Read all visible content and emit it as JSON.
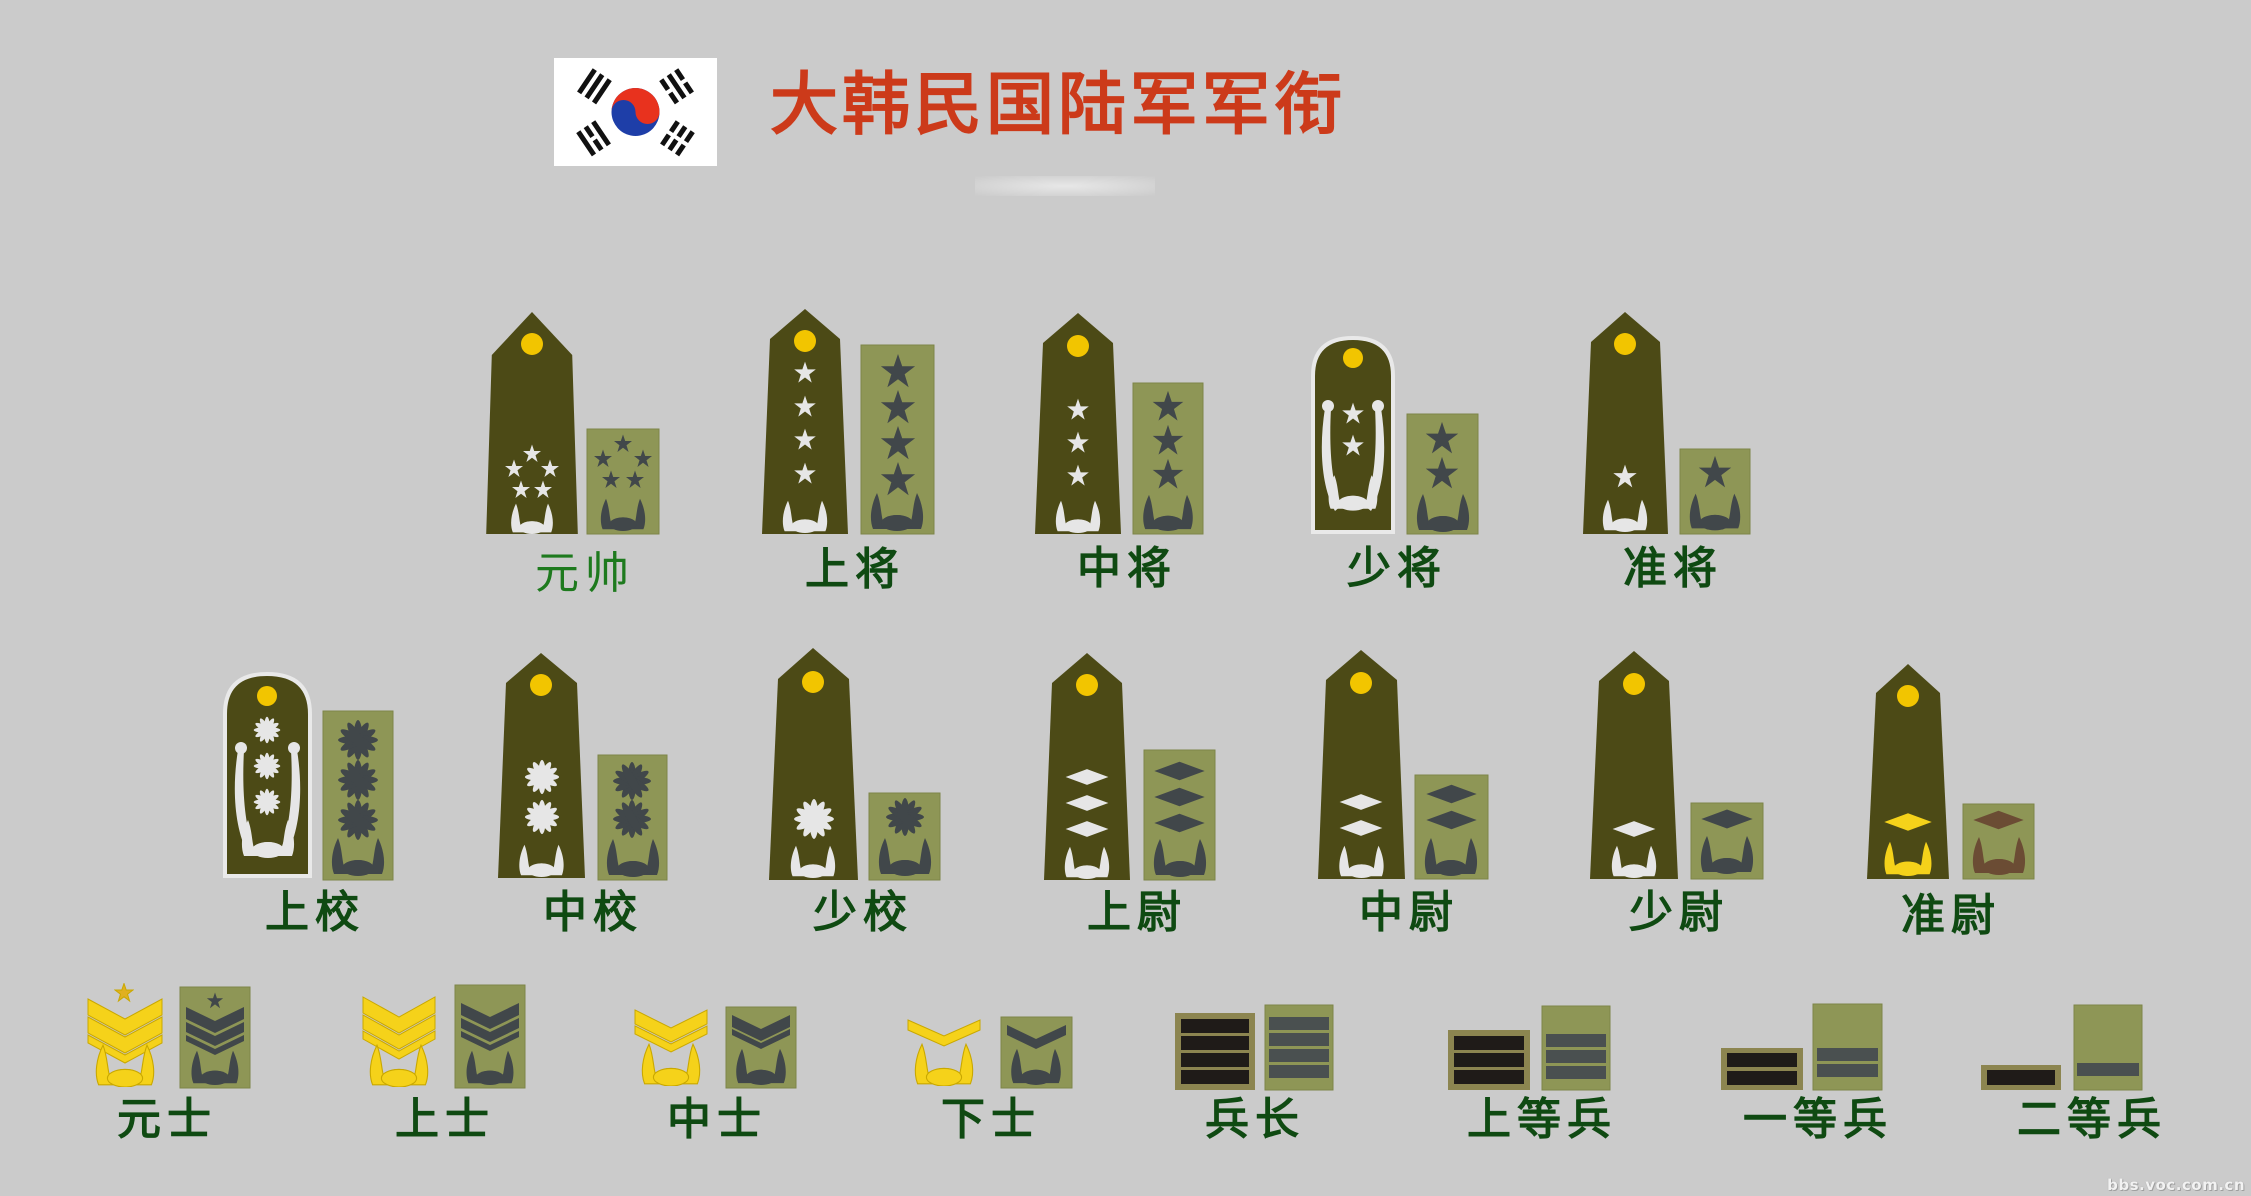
{
  "header": {
    "title": "大韩民国陆军军衔",
    "flag": "south-korea-flag"
  },
  "colors": {
    "background": "#cbcbcb",
    "title": "#cc3a1a",
    "label": "#0f4a12",
    "board": "#4c4a16",
    "board_button": "#f2c500",
    "silver": "#e6e6e6",
    "patch": "#8e9656",
    "patch_emblem": "#41474a",
    "gold": "#f5d21a",
    "stripe_dark": "#1f1b18",
    "stripe_frame": "#8c8550",
    "patch_stripe": "#4a5050"
  },
  "ranks": {
    "general_officers": [
      {
        "label": "元帅",
        "insignia": "5 stars (pentagon)",
        "count": 5,
        "device": "star"
      },
      {
        "label": "上将",
        "insignia": "4 stars",
        "count": 4,
        "device": "star"
      },
      {
        "label": "中将",
        "insignia": "3 stars",
        "count": 3,
        "device": "star"
      },
      {
        "label": "少将",
        "insignia": "2 stars",
        "count": 2,
        "device": "star"
      },
      {
        "label": "准将",
        "insignia": "1 star",
        "count": 1,
        "device": "star"
      }
    ],
    "field_and_company_officers": [
      {
        "label": "上校",
        "insignia": "3 rose of sharon",
        "count": 3,
        "device": "flower"
      },
      {
        "label": "中校",
        "insignia": "2 rose of sharon",
        "count": 2,
        "device": "flower"
      },
      {
        "label": "少校",
        "insignia": "1 rose of sharon",
        "count": 1,
        "device": "flower"
      },
      {
        "label": "上尉",
        "insignia": "3 diamonds",
        "count": 3,
        "device": "diamond"
      },
      {
        "label": "中尉",
        "insignia": "2 diamonds",
        "count": 2,
        "device": "diamond"
      },
      {
        "label": "少尉",
        "insignia": "1 diamond",
        "count": 1,
        "device": "diamond"
      },
      {
        "label": "准尉",
        "insignia": "1 gold diamond",
        "count": 1,
        "device": "gold-diamond"
      }
    ],
    "nco_and_enlisted": [
      {
        "label": "元士",
        "insignia": "3 chevrons + star + wreath",
        "count": 3,
        "device": "chevron"
      },
      {
        "label": "上士",
        "insignia": "3 chevrons + wreath",
        "count": 3,
        "device": "chevron"
      },
      {
        "label": "中士",
        "insignia": "2 chevrons + wreath",
        "count": 2,
        "device": "chevron"
      },
      {
        "label": "下士",
        "insignia": "1 chevron + wreath",
        "count": 1,
        "device": "chevron"
      },
      {
        "label": "兵长",
        "insignia": "4 bars",
        "count": 4,
        "device": "bar"
      },
      {
        "label": "上等兵",
        "insignia": "3 bars",
        "count": 3,
        "device": "bar"
      },
      {
        "label": "一等兵",
        "insignia": "2 bars",
        "count": 2,
        "device": "bar"
      },
      {
        "label": "二等兵",
        "insignia": "1 bar",
        "count": 1,
        "device": "bar"
      }
    ]
  },
  "watermark": "bbs.voc.com.cn"
}
